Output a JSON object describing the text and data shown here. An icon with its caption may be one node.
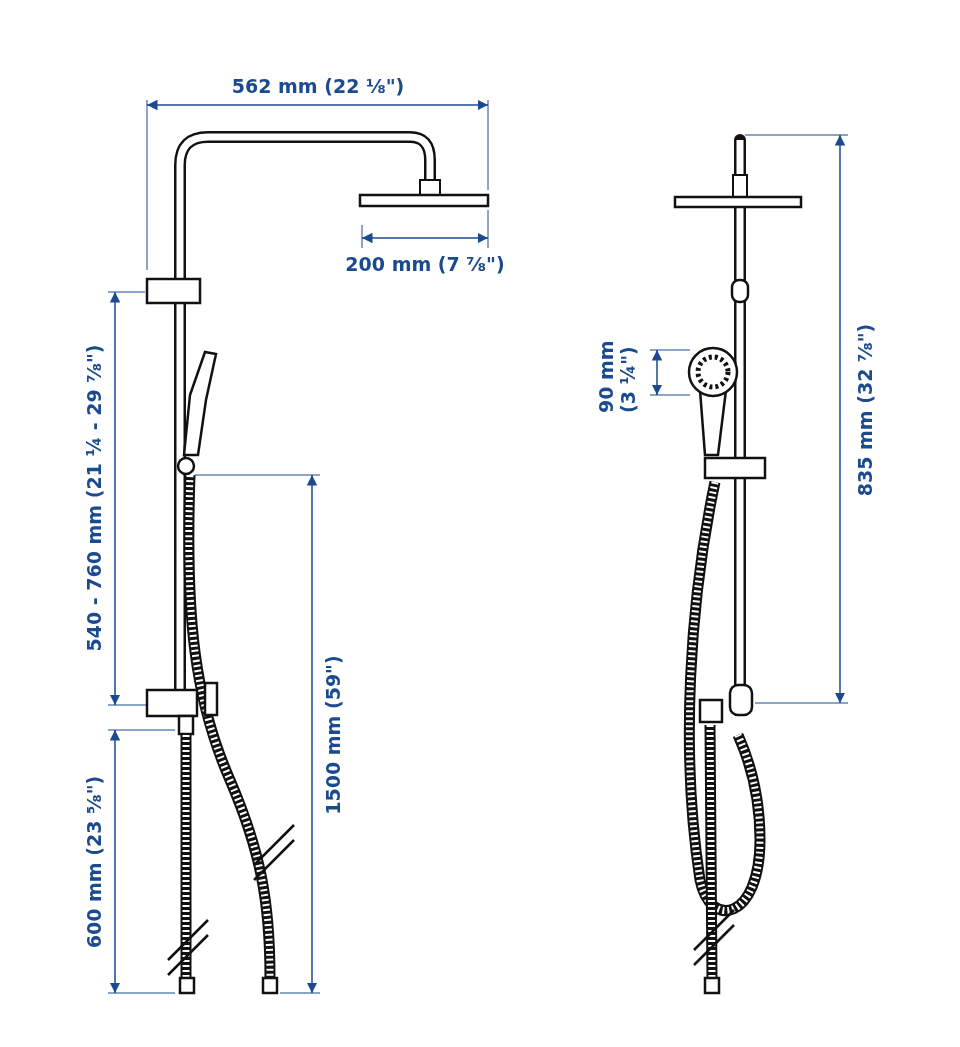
{
  "diagram": {
    "labels": [
      "562 mm (22 ⅛\")",
      "200 mm (7 ⅞\")",
      "540 - 760 mm (21 ¼ - 29 ⅞\")",
      "1500 mm (59\")",
      "600 mm (23 ⅝\")",
      "90 mm (3 ¼\")",
      "835 mm (32 ⅞\")"
    ]
  }
}
